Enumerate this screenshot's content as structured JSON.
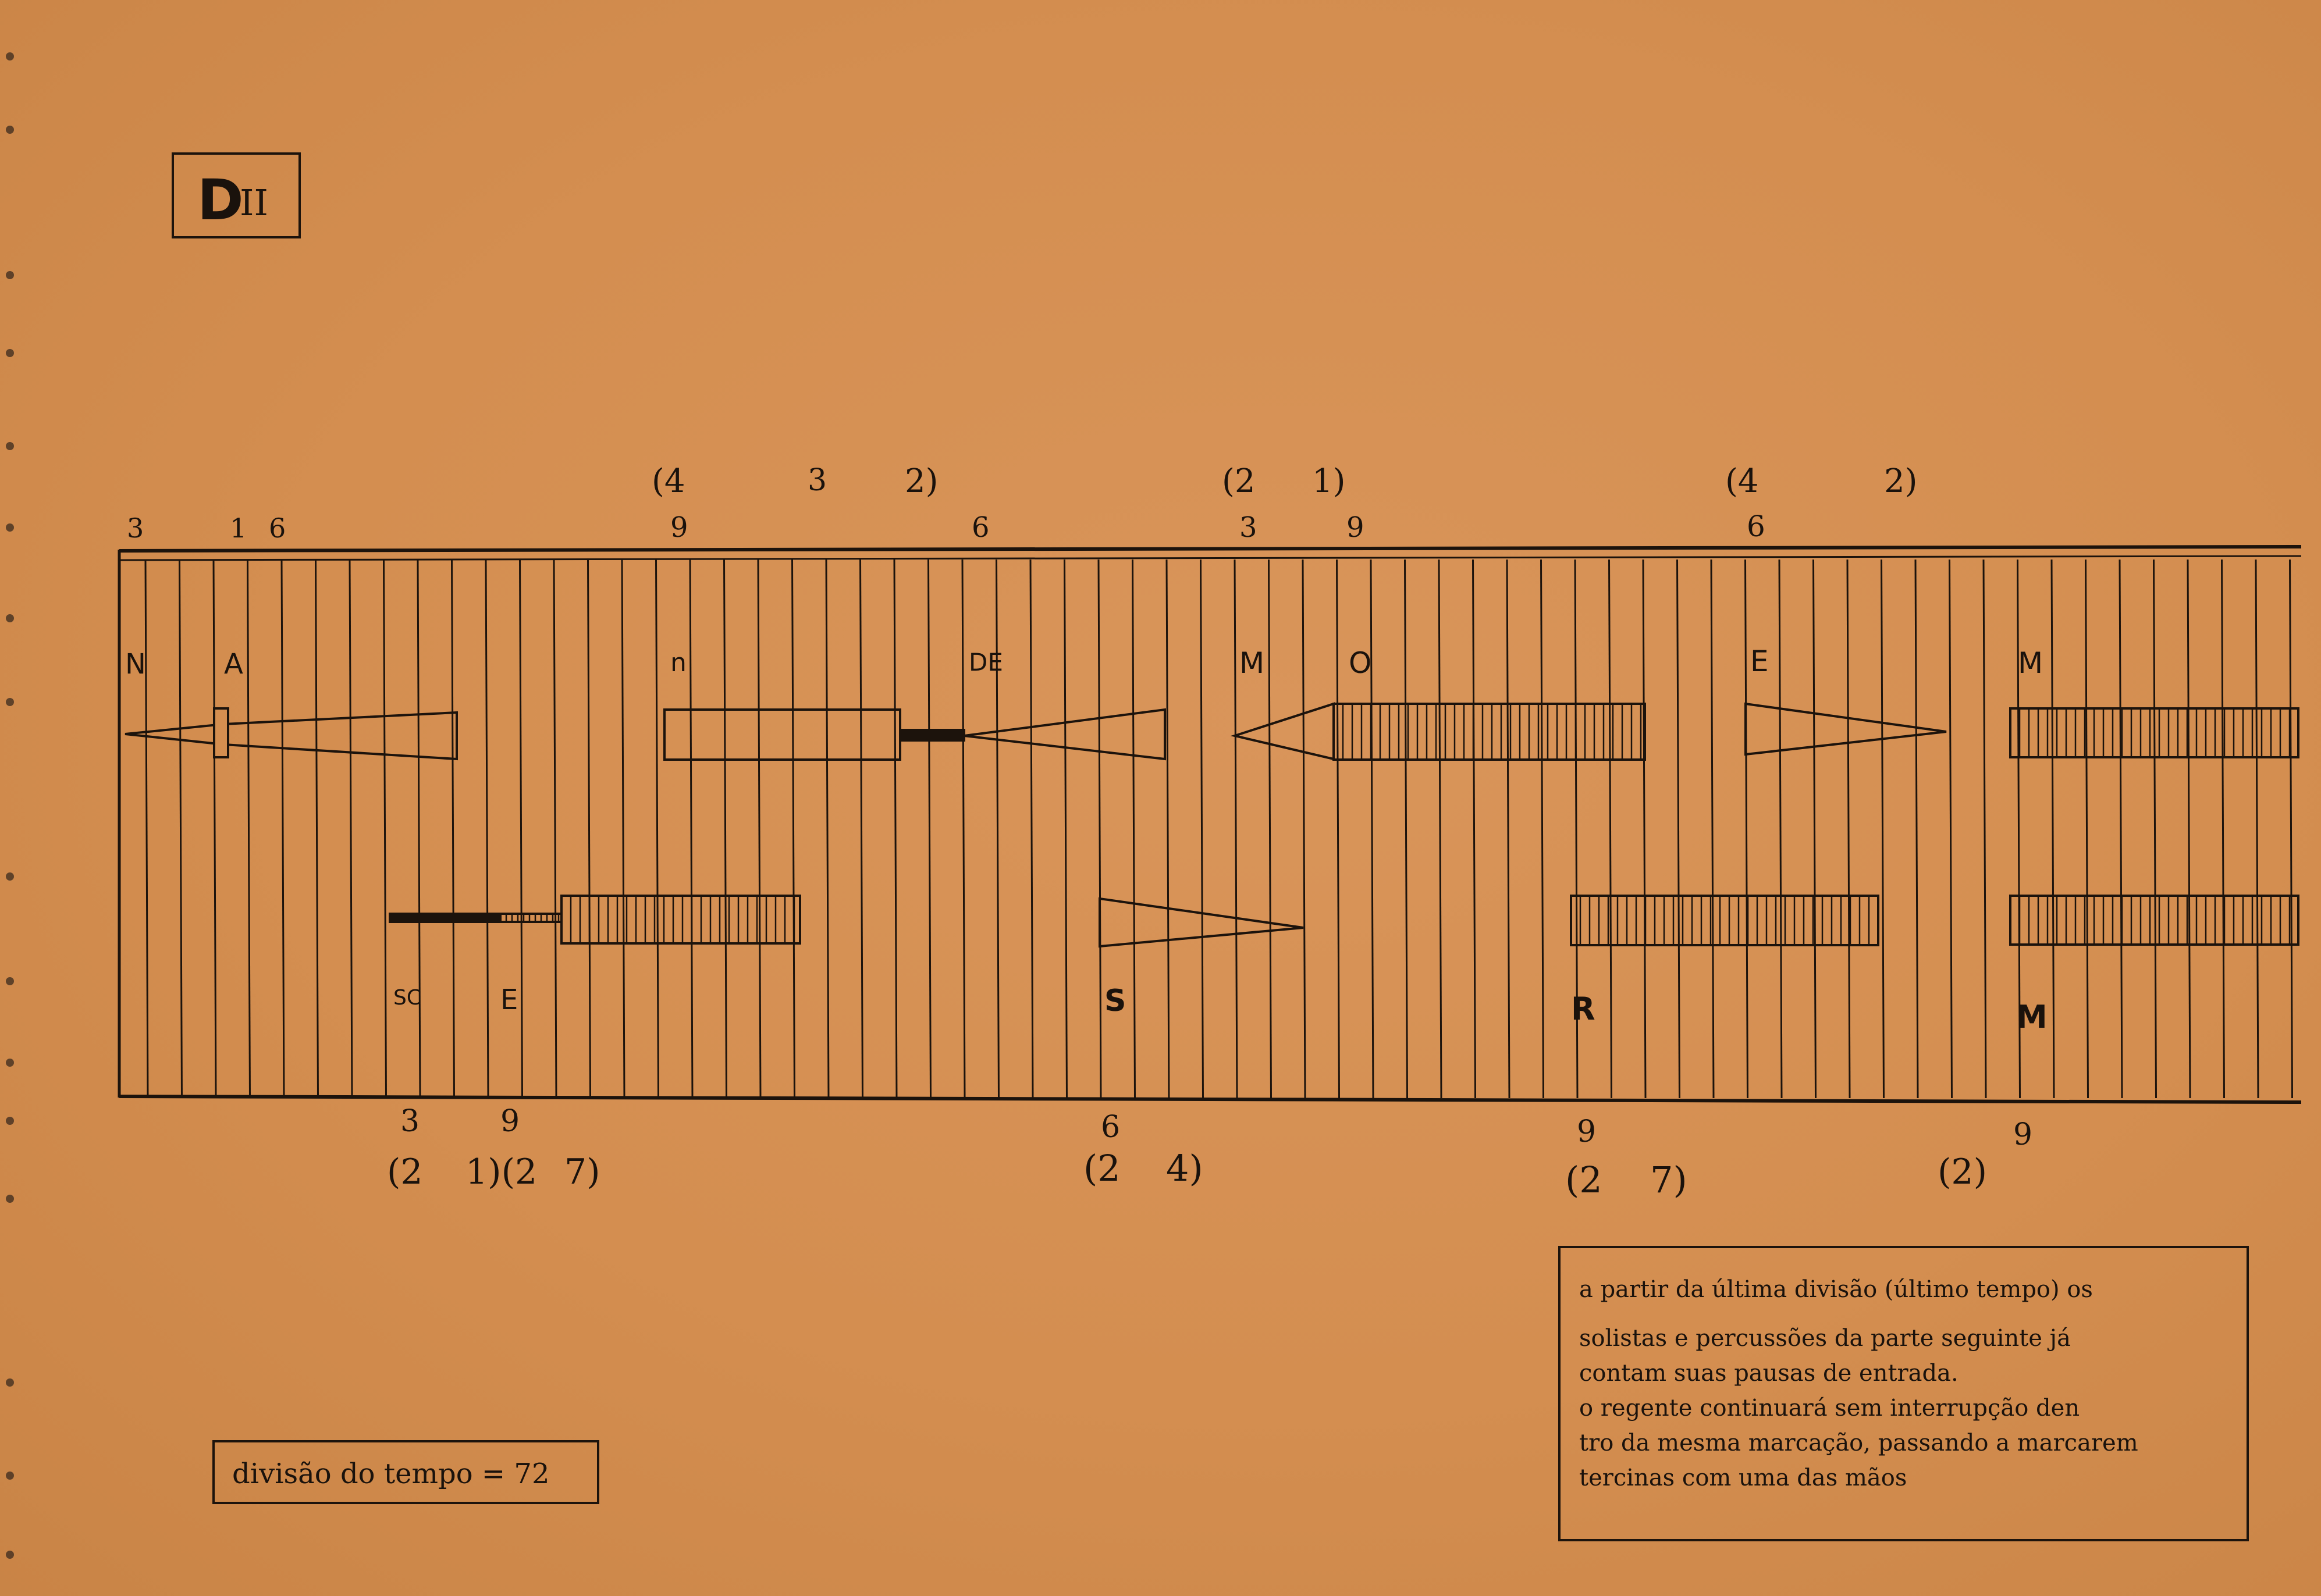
{
  "title": {
    "letter": "D",
    "numeral": "II"
  },
  "top_fractions": {
    "a_open": "(4",
    "a_mid": "3",
    "a_close": "2)",
    "b_open": "(2",
    "b_close": "1)",
    "c_open": "(4",
    "c_close": "2)"
  },
  "top_numbers": [
    "3",
    "1",
    "6",
    "9",
    "6",
    "3",
    "9",
    "6"
  ],
  "upper_letters": [
    "N",
    "A",
    "n",
    "DE",
    "M",
    "O",
    "E",
    "M"
  ],
  "lower_letters": [
    "SC",
    "E",
    "S",
    "R",
    "M"
  ],
  "bottom_numbers": [
    "3",
    "9",
    "6",
    "9",
    "9"
  ],
  "bottom_fractions": {
    "a_open": "(2",
    "a_mid": "1)(2",
    "a_close": "7)",
    "b_open": "(2",
    "b_close": "4)",
    "c_open": "(2",
    "c_close": "7)",
    "d": "(2)"
  },
  "tempo": "divisão do tempo = 72",
  "note": {
    "line1": "a partir da última divisão (último tempo) os",
    "line2": "solistas e percussões da parte seguinte  já",
    "line3": "contam suas pausas de entrada.",
    "line4": "o regente continuará sem interrupção den",
    "line5": "tro da mesma marcação, passando a marcarem",
    "line6": "tercinas com uma das mãos"
  },
  "colors": {
    "paper": "#d48e50",
    "ink": "#1c130c"
  }
}
